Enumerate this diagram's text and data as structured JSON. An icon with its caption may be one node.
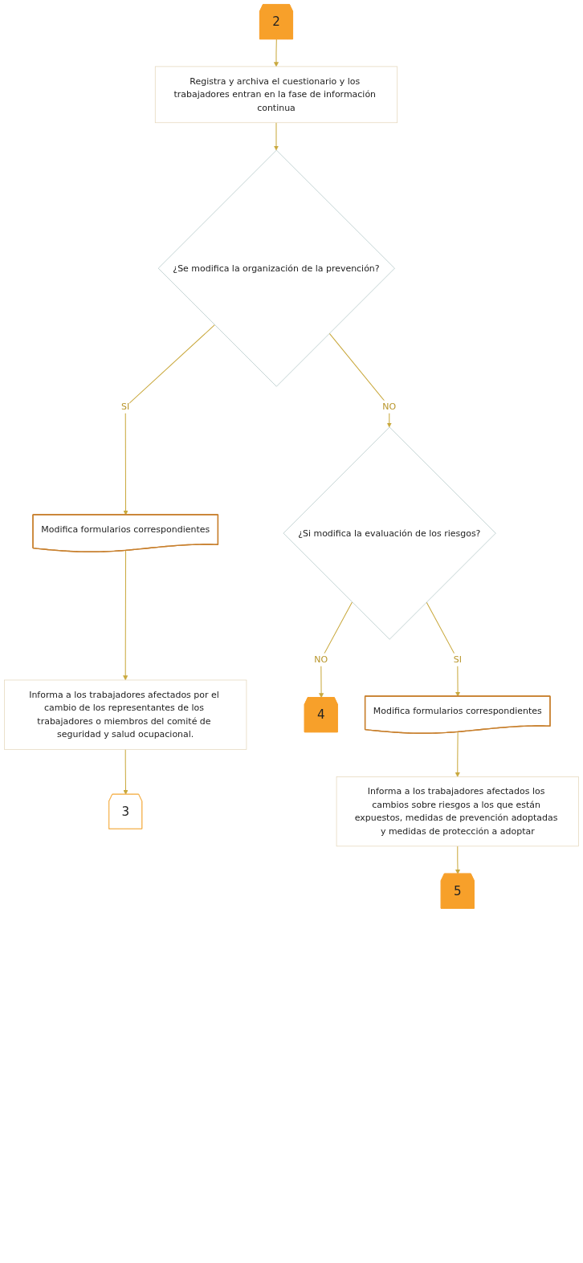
{
  "diagram": {
    "nodes": [
      {
        "text": [
          "2"
        ]
      },
      {
        "text": [
          "Registra y archiva el cuestionario y los trabajadores entran en la fase de información continua"
        ]
      },
      {
        "text": [
          "¿Se modifica la organización de la prevención?"
        ]
      },
      {
        "text": [
          "Modifica formularios correspondientes"
        ]
      },
      {
        "text": [
          "Informa a los trabajadores afectados por el cambio de los representantes de los trabajadores o miembros del comité de seguridad y salud ocupacional."
        ]
      },
      {
        "text": [
          "3"
        ]
      },
      {
        "text": [
          "¿Si modifica la evaluación de los riesgos?"
        ]
      },
      {
        "text": [
          "4"
        ]
      },
      {
        "text": [
          "Modifica formularios correspondientes"
        ]
      },
      {
        "text": [
          "Informa a los trabajadores afectados los cambios sobre riesgos a los que están expuestos, medidas de prevención adoptadas y medidas de protección a adoptar"
        ]
      },
      {
        "text": [
          "5"
        ]
      }
    ],
    "edges": [
      {
        "from": 0,
        "to": 1,
        "arrow": "to"
      },
      {
        "from": 1,
        "to": 2,
        "arrow": "to"
      },
      {
        "from": 2,
        "to": 3,
        "arrow": "to",
        "label": "SI"
      },
      {
        "from": 3,
        "to": 4,
        "arrow": "to"
      },
      {
        "from": 4,
        "to": 5,
        "arrow": "to"
      },
      {
        "from": 2,
        "to": 6,
        "arrow": "to",
        "label": "NO"
      },
      {
        "from": 6,
        "to": 8,
        "arrow": "to",
        "label": "SI"
      },
      {
        "from": 6,
        "to": 7,
        "arrow": "to",
        "label": "NO"
      },
      {
        "from": 8,
        "to": 9,
        "arrow": "to"
      },
      {
        "from": 9,
        "to": 10,
        "arrow": "to"
      }
    ]
  }
}
